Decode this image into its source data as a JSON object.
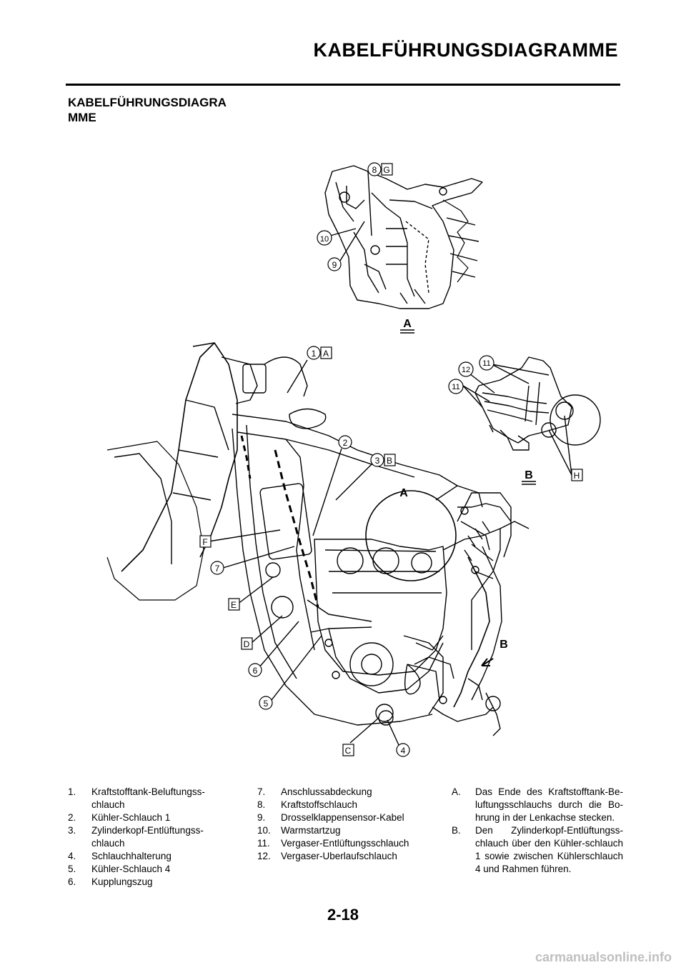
{
  "header": {
    "title": "KABELFÜHRUNGSDIAGRAMME"
  },
  "section": {
    "title_line1": "KABELFÜHRUNGSDIAGRA",
    "title_line2": "MME"
  },
  "diagram": {
    "callouts": {
      "n1": "1",
      "n2": "2",
      "n3": "3",
      "n4": "4",
      "n5": "5",
      "n6": "6",
      "n7": "7",
      "n8": "8",
      "n9": "9",
      "n10": "10",
      "n11": "11",
      "n12": "12",
      "lA": "A",
      "lB": "B",
      "lC": "C",
      "lD": "D",
      "lE": "E",
      "lF": "F",
      "lG": "G",
      "lH": "H"
    },
    "views": {
      "a_top": "A",
      "a_mid": "A",
      "b_right": "B",
      "b_arrow": "B"
    }
  },
  "legend": {
    "col1": [
      {
        "num": "1.",
        "text": "Kraftstofftank-Beluftungss-chlauch"
      },
      {
        "num": "2.",
        "text": "Kühler-Schlauch 1"
      },
      {
        "num": "3.",
        "text": "Zylinderkopf-Entlüftungss-chlauch"
      },
      {
        "num": "4.",
        "text": "Schlauchhalterung"
      },
      {
        "num": "5.",
        "text": "Kühler-Schlauch 4"
      },
      {
        "num": "6.",
        "text": "Kupplungszug"
      }
    ],
    "col2": [
      {
        "num": "7.",
        "text": "Anschlussabdeckung"
      },
      {
        "num": "8.",
        "text": "Kraftstoffschlauch"
      },
      {
        "num": "9.",
        "text": "Drosselklappensensor-Kabel"
      },
      {
        "num": "10.",
        "text": "Warmstartzug"
      },
      {
        "num": "11.",
        "text": "Vergaser-Entlüftungsschlauch"
      },
      {
        "num": "12.",
        "text": "Vergaser-Uberlaufschlauch"
      }
    ],
    "col3": [
      {
        "num": "A.",
        "text": "Das Ende des Kraftstofftank-Be-luftungsschlauchs durch die Bo-hrung in der Lenkachse stecken."
      },
      {
        "num": "B.",
        "text": "Den Zylinderkopf-Entlüftungss-chlauch über den Kühler-schlauch 1 sowie zwischen Kühlerschlauch 4 und Rahmen führen."
      }
    ]
  },
  "footer": {
    "page_number": "2-18",
    "watermark": "carmanualsonline.info"
  }
}
